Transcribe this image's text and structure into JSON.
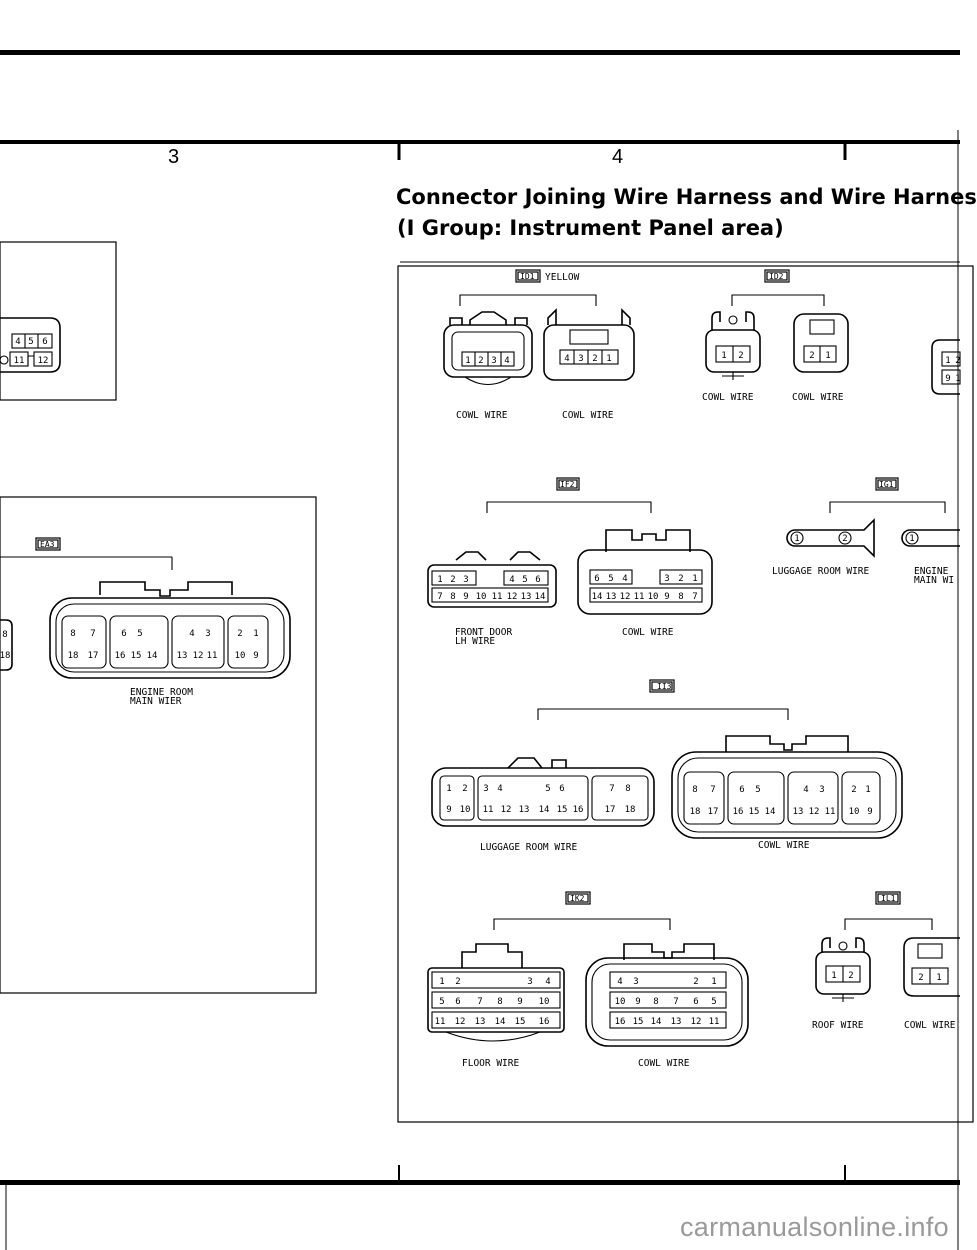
{
  "page": {
    "left_page_number": "3",
    "right_page_number": "4",
    "title_line1": "Connector Joining Wire Harness and Wire Harnes",
    "title_line2": "(I Group: Instrument Panel area)",
    "watermark": "carmanualsonline.info"
  },
  "left_panel": {
    "top_box_pins": [
      "4",
      "5",
      "6",
      "11",
      "12"
    ],
    "ea3_tag": "EA3",
    "ea3_caption": "ENGINE ROOM\nMAIN WIER",
    "ea3_stub_pins": [
      "8",
      "18"
    ],
    "ea3_pins_row1": [
      "8",
      "7",
      "6",
      "5",
      "4",
      "3",
      "2",
      "1"
    ],
    "ea3_pins_row2": [
      "18",
      "17",
      "16",
      "15",
      "14",
      "13",
      "12",
      "11",
      "10",
      "9"
    ]
  },
  "connectors": {
    "id1": {
      "tag": "ID1",
      "color": "YELLOW",
      "left_label": "COWL WIRE",
      "right_label": "COWL WIRE",
      "left_pins": [
        "1",
        "2",
        "3",
        "4"
      ],
      "right_pins": [
        "4",
        "3",
        "2",
        "1"
      ]
    },
    "id2": {
      "tag": "ID2",
      "left_label": "COWL WIRE",
      "right_label": "COWL WIRE",
      "left_pins": [
        "1",
        "2"
      ],
      "right_pins": [
        "2",
        "1"
      ],
      "edge_pins": [
        "1",
        "2",
        "9",
        "1"
      ]
    },
    "if2": {
      "tag": "IF2",
      "left_label": "FRONT DOOR\nLH WIRE",
      "right_label": "COWL WIRE",
      "left_row1": [
        "1",
        "2",
        "3",
        "4",
        "5",
        "6"
      ],
      "left_row2": [
        "7",
        "8",
        "9",
        "10",
        "11",
        "12",
        "13",
        "14"
      ],
      "right_row1": [
        "6",
        "5",
        "4",
        "3",
        "2",
        "1"
      ],
      "right_row2": [
        "14",
        "13",
        "12",
        "11",
        "10",
        "9",
        "8",
        "7"
      ]
    },
    "ig1": {
      "tag": "IG1",
      "left_label": "LUGGAGE ROOM WIRE",
      "right_label": "ENGINE\nMAIN WI",
      "pins": [
        "1",
        "2",
        "1"
      ]
    },
    "ii3": {
      "tag": "II3",
      "left_label": "LUGGAGE ROOM WIRE",
      "right_label": "COWL WIRE",
      "left_row1": [
        "1",
        "2",
        "3",
        "4",
        "5",
        "6",
        "7",
        "8"
      ],
      "left_row2": [
        "9",
        "10",
        "11",
        "12",
        "13",
        "14",
        "15",
        "16",
        "17",
        "18"
      ],
      "right_row1": [
        "8",
        "7",
        "6",
        "5",
        "4",
        "3",
        "2",
        "1"
      ],
      "right_row2": [
        "18",
        "17",
        "16",
        "15",
        "14",
        "13",
        "12",
        "11",
        "10",
        "9"
      ]
    },
    "ik2": {
      "tag": "IK2",
      "left_label": "FLOOR WIRE",
      "right_label": "COWL WIRE",
      "left_row1": [
        "1",
        "2",
        "3",
        "4"
      ],
      "left_row2": [
        "5",
        "6",
        "7",
        "8",
        "9",
        "10"
      ],
      "left_row3": [
        "11",
        "12",
        "13",
        "14",
        "15",
        "16"
      ],
      "right_row1": [
        "4",
        "3",
        "2",
        "1"
      ],
      "right_row2": [
        "10",
        "9",
        "8",
        "7",
        "6",
        "5"
      ],
      "right_row3": [
        "16",
        "15",
        "14",
        "13",
        "12",
        "11"
      ]
    },
    "il1": {
      "tag": "IL1",
      "left_label": "ROOF WIRE",
      "right_label": "COWL WIRE",
      "left_pins": [
        "1",
        "2"
      ],
      "right_pins": [
        "2",
        "1"
      ]
    }
  }
}
